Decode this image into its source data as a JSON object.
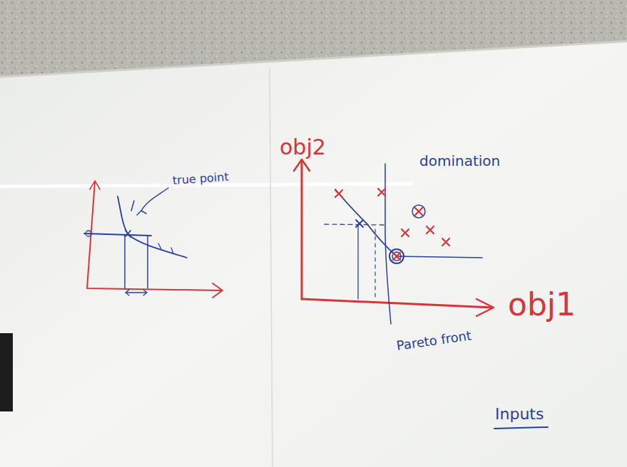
{
  "diagram": {
    "labels": [
      "true point",
      "obj2",
      "domination",
      "obj1",
      "Pareto front",
      "Inputs"
    ]
  }
}
